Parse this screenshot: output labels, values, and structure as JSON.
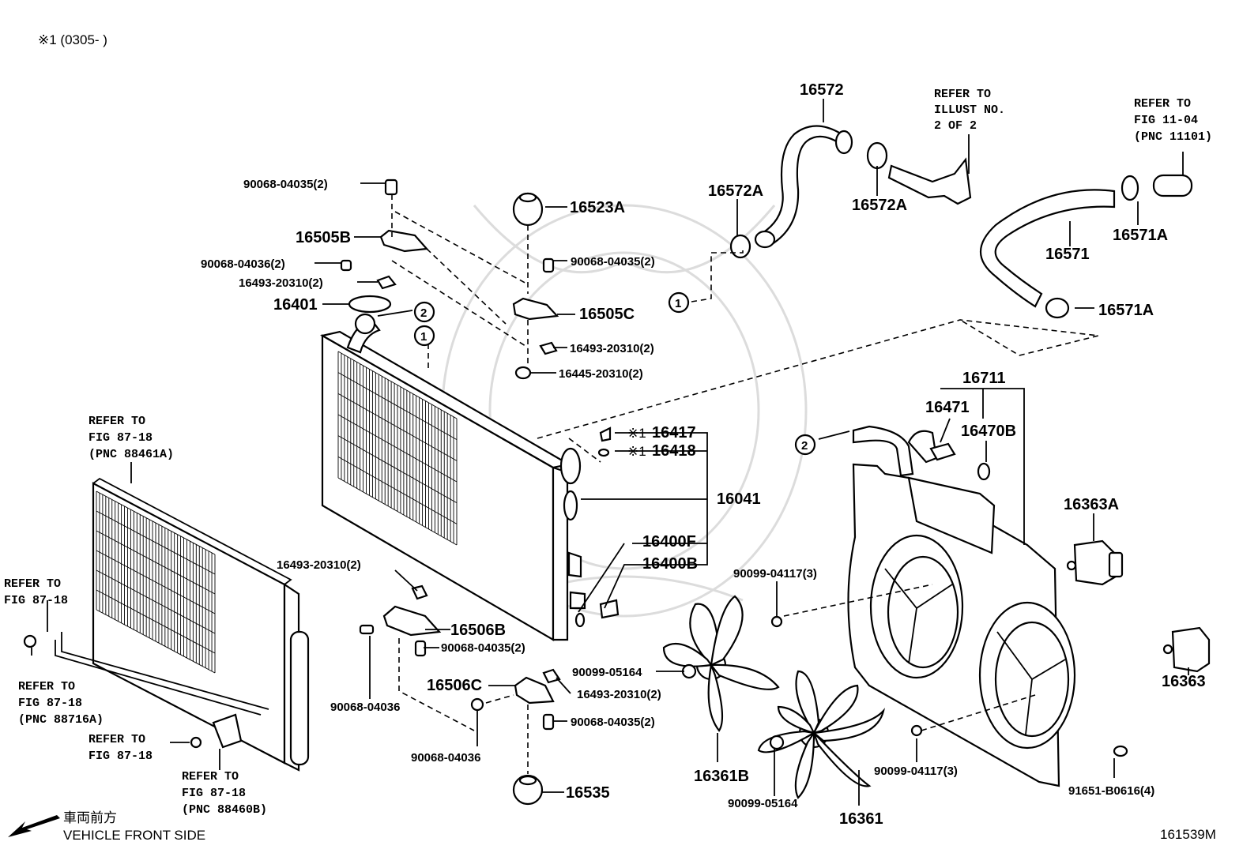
{
  "header_note": "※1 (0305-       )",
  "figure_id": "161539M",
  "front_arrow": {
    "jp": "車両前方",
    "en": "VEHICLE FRONT SIDE"
  },
  "refs": {
    "r1": [
      "REFER TO",
      "ILLUST NO.",
      "2 OF 2"
    ],
    "r2": [
      "REFER TO",
      "FIG 11-04",
      "(PNC 11101)"
    ],
    "r3": [
      "REFER TO",
      "FIG 87-18",
      "(PNC 88461A)"
    ],
    "r4": [
      "REFER TO",
      "FIG 87-18"
    ],
    "r5": [
      "REFER TO",
      "FIG 87-18",
      "(PNC 88716A)"
    ],
    "r6": [
      "REFER TO",
      "FIG 87-18"
    ],
    "r7": [
      "REFER TO",
      "FIG 87-18",
      "(PNC 88460B)"
    ]
  },
  "callouts": {
    "c1": "1",
    "c2": "2"
  },
  "parts": {
    "p16572": "16572",
    "p16572A_1": "16572A",
    "p16572A_2": "16572A",
    "p16571": "16571",
    "p16571A_1": "16571A",
    "p16571A_2": "16571A",
    "p16523A": "16523A",
    "p16505B": "16505B",
    "p16505C": "16505C",
    "p16401": "16401",
    "b9006804035_top": "90068-04035(2)",
    "b9006804036_2": "90068-04036(2)",
    "c1649320310_a": "16493-20310(2)",
    "b9006804035_mid": "90068-04035(2)",
    "c1649320310_b": "16493-20310(2)",
    "c1644520310": "16445-20310(2)",
    "p16711": "16711",
    "p16471": "16471",
    "p16470B": "16470B",
    "p16417": "16417",
    "p16418": "16418",
    "mark1": "※1",
    "mark2": "※1",
    "p16041": "16041",
    "p16400F": "16400F",
    "p16400B": "16400B",
    "p16363A": "16363A",
    "p16363": "16363",
    "b9009904117_a": "90099-04117(3)",
    "b9009904117_b": "90099-04117(3)",
    "b9009905164_a": "90099-05164",
    "b9009905164_b": "90099-05164",
    "p16361B": "16361B",
    "p16361": "16361",
    "b91651B0616": "91651-B0616(4)",
    "c1649320310_c": "16493-20310(2)",
    "p16506B": "16506B",
    "b9006804035_c": "90068-04035(2)",
    "b9006804036_a": "90068-04036",
    "p16506C": "16506C",
    "c1649320310_d": "16493-20310(2)",
    "b9006804035_d": "90068-04035(2)",
    "b9006804036_b": "90068-04036",
    "p16535": "16535"
  }
}
